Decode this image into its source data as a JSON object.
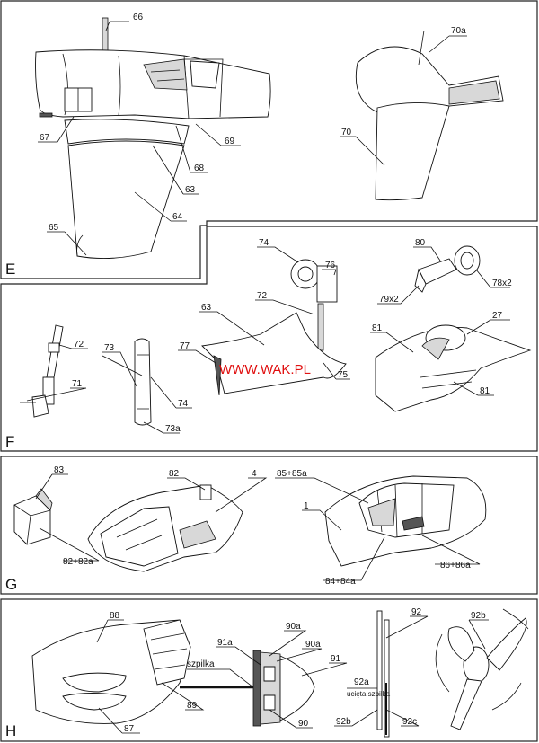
{
  "watermark": "WWW.WAK.PL",
  "sections": {
    "E": {
      "title": "E",
      "labels": [
        "66",
        "67",
        "68",
        "69",
        "63",
        "64",
        "65",
        "70a",
        "70"
      ]
    },
    "F": {
      "title": "F",
      "labels": [
        "74",
        "76",
        "72",
        "63",
        "77",
        "75",
        "80",
        "79x2",
        "78x2",
        "81",
        "27",
        "81",
        "72",
        "71",
        "73",
        "74",
        "73a"
      ]
    },
    "G": {
      "title": "G",
      "labels": [
        "83",
        "82+82a",
        "82",
        "4",
        "85+85a",
        "1",
        "84+84a",
        "86+86a"
      ]
    },
    "H": {
      "title": "H",
      "labels": [
        "88",
        "89",
        "87",
        "91a",
        "90a",
        "90a",
        "91",
        "90",
        "szpilka",
        "92",
        "92a",
        "ucięta szpilka",
        "92b",
        "92c",
        "92b"
      ]
    }
  }
}
